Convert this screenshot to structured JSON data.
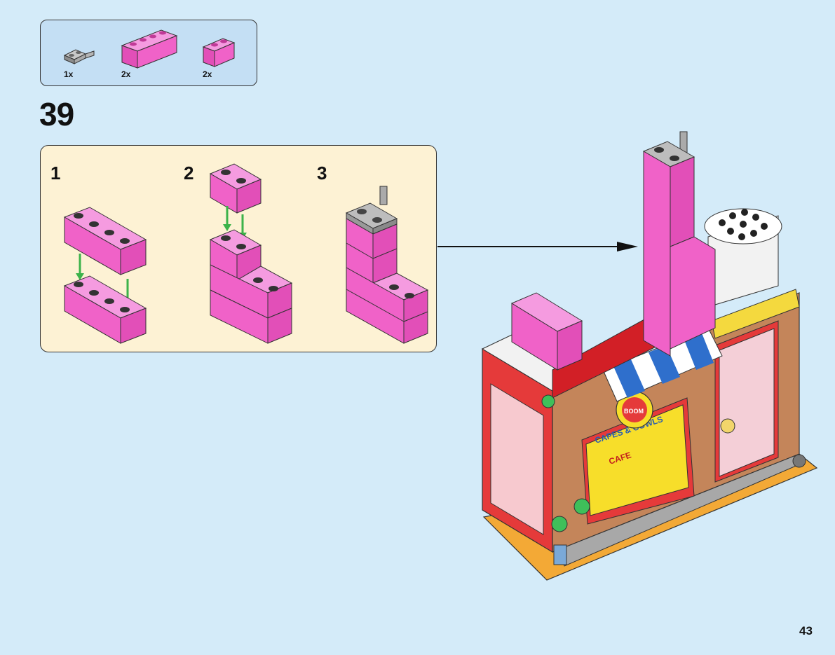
{
  "parts_callout": {
    "items": [
      {
        "count": "1x",
        "icon": "gray-plate-with-clip-icon",
        "color": "#9a9a9a"
      },
      {
        "count": "2x",
        "icon": "pink-brick-1x4-icon",
        "color": "#f062c8"
      },
      {
        "count": "2x",
        "icon": "pink-brick-1x2-icon",
        "color": "#f062c8"
      }
    ]
  },
  "step": {
    "number": "39"
  },
  "substeps": {
    "labels": [
      "1",
      "2",
      "3"
    ]
  },
  "page": {
    "number": "43"
  },
  "colors": {
    "background": "#d4ebf9",
    "parts_panel": "#c4dff4",
    "substep_panel": "#fdf2d4",
    "brick_pink": "#f062c8",
    "arrow_green": "#3cb34a"
  },
  "model": {
    "sign_text": "CAPES & COWLS",
    "sign_subtext": "CAFE",
    "badge_text": "BOOM"
  }
}
